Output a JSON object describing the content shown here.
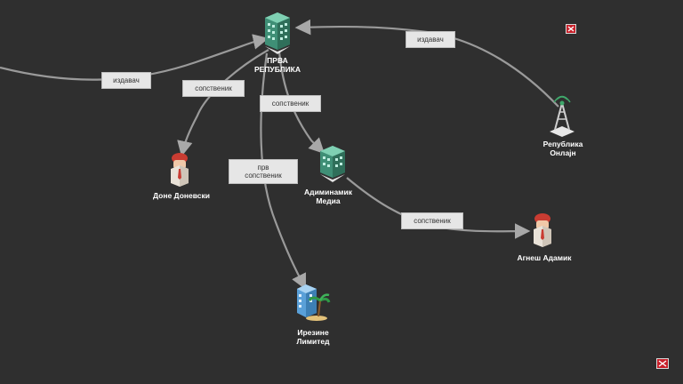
{
  "colors": {
    "background": "#2f2f2f",
    "edge": "#9a9a9a",
    "label_bg": "#e6e6e6",
    "node_text": "#ffffff",
    "building": "#4fa88a",
    "person_cap": "#c93c32",
    "logo_red": "#c8202a"
  },
  "nodes": {
    "prva_republika": {
      "label": "ПРВА\nРЕПУБЛИКА",
      "icon": "office-building-icon"
    },
    "done_donevski": {
      "label": "Доне Доневски",
      "icon": "person-icon"
    },
    "adiminamik_media": {
      "label": "Адиминамик\nМедиа",
      "icon": "office-building-icon"
    },
    "agnesh_adamik": {
      "label": "Агнеш Адамик",
      "icon": "person-icon"
    },
    "republika_onlajn": {
      "label": "Република\nОнлајн",
      "icon": "broadcast-tower-icon"
    },
    "irezine_limited": {
      "label": "Ирезине\nЛимитед",
      "icon": "offshore-building-palm-icon"
    }
  },
  "edges": {
    "left_publisher": {
      "label": "издавач"
    },
    "onlajn_publisher": {
      "label": "издавач"
    },
    "done_owner": {
      "label": "сопственик"
    },
    "media_owner": {
      "label": "сопственик"
    },
    "irezine_first_owner": {
      "label": "прв\nсопственик"
    },
    "agnesh_owner": {
      "label": "сопственик"
    }
  },
  "logos": {
    "top": "brand-logo-icon",
    "bottom": "brand-logo-icon"
  }
}
